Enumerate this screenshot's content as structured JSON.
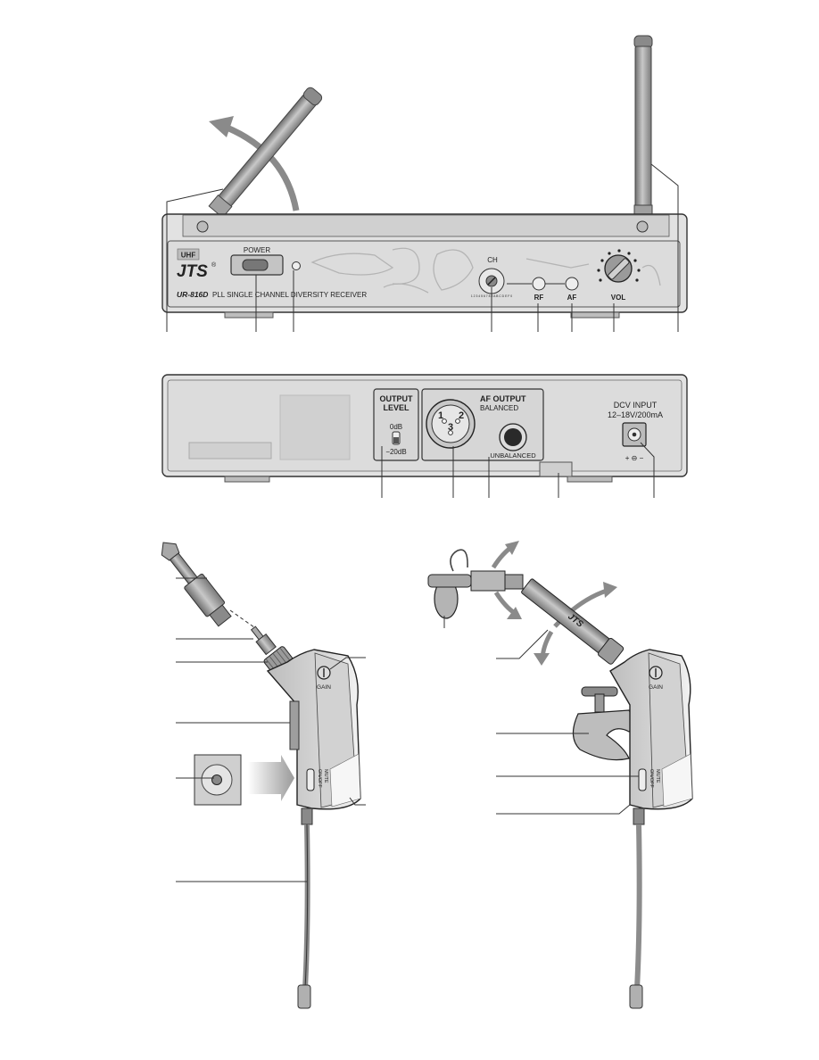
{
  "front_panel": {
    "band": "UHF",
    "brand": "JTS",
    "registered": "®",
    "power_label": "POWER",
    "model": "UR-816D",
    "model_desc": "PLL SINGLE CHANNEL DIVERSITY RECEIVER",
    "ch_label": "CH",
    "channel_digits": "1 2 3 4 5 6 7 8 9 A B C D E F 0",
    "rf_label": "RF",
    "af_label": "AF",
    "vol_label": "VOL"
  },
  "rear_panel": {
    "output_level_title_1": "OUTPUT",
    "output_level_title_2": "LEVEL",
    "level_0db": "0dB",
    "level_minus20db": "−20dB",
    "af_output_title": "AF OUTPUT",
    "af_output_sub": "BALANCED",
    "xlr_pin1": "1",
    "xlr_pin2": "2",
    "xlr_pin3": "3",
    "unbalanced_label": "UNBALANCED",
    "dc_input_line1": "DCV INPUT",
    "dc_input_line2": "12–18V/200mA",
    "polarity": "+ ⊖ −"
  },
  "transmitter_left": {
    "gain_label": "GAIN",
    "switch_label_1": "ON/OFF",
    "switch_label_2": "MUTE"
  },
  "transmitter_right": {
    "brand": "JTS",
    "gain_label": "GAIN",
    "switch_label_1": "ON/OFF",
    "switch_label_2": "MUTE"
  },
  "colors": {
    "panel_fill": "#d8d8d8",
    "device_fill": "#e4e4e4",
    "antenna_fill": "#9a9a9a",
    "line": "#333333"
  }
}
